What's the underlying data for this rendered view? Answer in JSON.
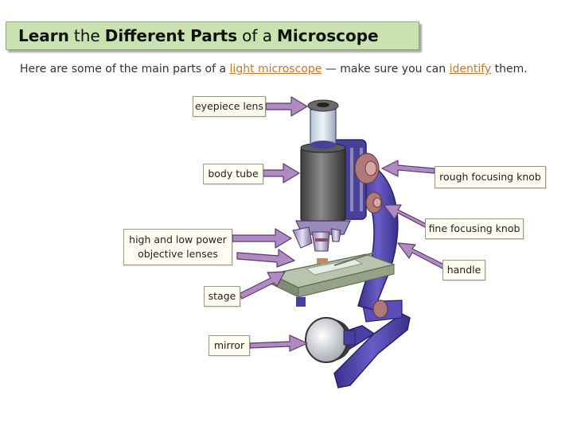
{
  "title": {
    "word1": "Learn",
    "word2": "the",
    "word3": "Different Parts",
    "word4": "of a",
    "word5": "Microscope"
  },
  "intro": {
    "before": "Here are some of the main parts of a ",
    "link1": "light microscope",
    "middle": " — make sure you can ",
    "link2": "identify",
    "after": " them."
  },
  "labels": {
    "eyepiece": "eyepiece lens",
    "body_tube": "body tube",
    "rough_knob": "rough focusing knob",
    "fine_knob": "fine focusing knob",
    "objective_line1": "high and low power",
    "objective_line2": "objective lenses",
    "handle": "handle",
    "stage": "stage",
    "mirror": "mirror"
  },
  "colors": {
    "title_bg": "#c9e2b0",
    "link": "#c87a2c",
    "arrow": "#b08ac2",
    "frame": "#4a3f9a",
    "stage": "#9aa88c"
  }
}
